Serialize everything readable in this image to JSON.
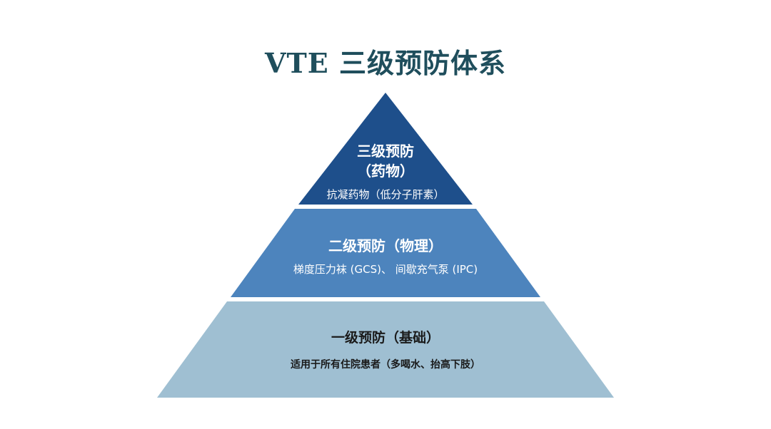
{
  "title": "VTE 三级预防体系",
  "tiers": [
    {
      "heading_line1": "三级预防",
      "heading_line2": "（药物）",
      "detail": "抗凝药物（低分子肝素）",
      "color": "#1e4f8b"
    },
    {
      "heading": "二级预防（物理）",
      "detail": "梯度压力袜 (GCS)、 间歇充气泵 (IPC)",
      "color": "#4d84bd"
    },
    {
      "heading": "一级预防（基础）",
      "detail": "适用于所有住院患者（多喝水、抬高下肢）",
      "color": "#9fbfd2"
    }
  ]
}
